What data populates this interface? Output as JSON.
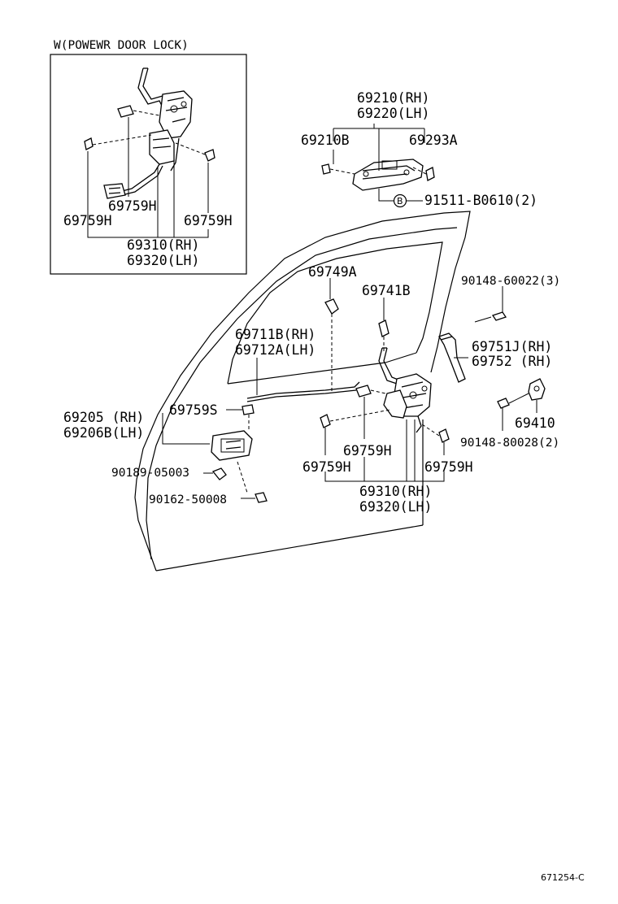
{
  "inset": {
    "title": "W(POWEWR DOOR LOCK)",
    "labels": {
      "h_center": "69759H",
      "h_left": "69759H",
      "h_right": "69759H",
      "lock_rh": "69310(RH)",
      "lock_lh": "69320(LH)"
    }
  },
  "labels": {
    "handle_rh": "69210(RH)",
    "handle_lh": "69220(LH)",
    "p69210b": "69210B",
    "p69293a": "69293A",
    "bolt_badge": "B",
    "bolt_9151": "91511-B0610(2)",
    "p69749a": "69749A",
    "p69741b": "69741B",
    "screw_90148_60022": "90148-60022(3)",
    "rod_rh": "69711B(RH)",
    "rod_lh": "69712A(LH)",
    "p69751j": "69751J(RH)",
    "p69752": "69752  (RH)",
    "inner_rh": "69205 (RH)",
    "inner_lh": "69206B(LH)",
    "p69759s": "69759S",
    "striker": "69410",
    "screw_90148_80028": "90148-80028(2)",
    "clip_mid": "69759H",
    "clip_left": "69759H",
    "clip_right": "69759H",
    "lock_rh": "69310(RH)",
    "lock_lh": "69320(LH)",
    "p90189": "90189-05003",
    "p90162": "90162-50008",
    "figure_id": "671254-C"
  }
}
